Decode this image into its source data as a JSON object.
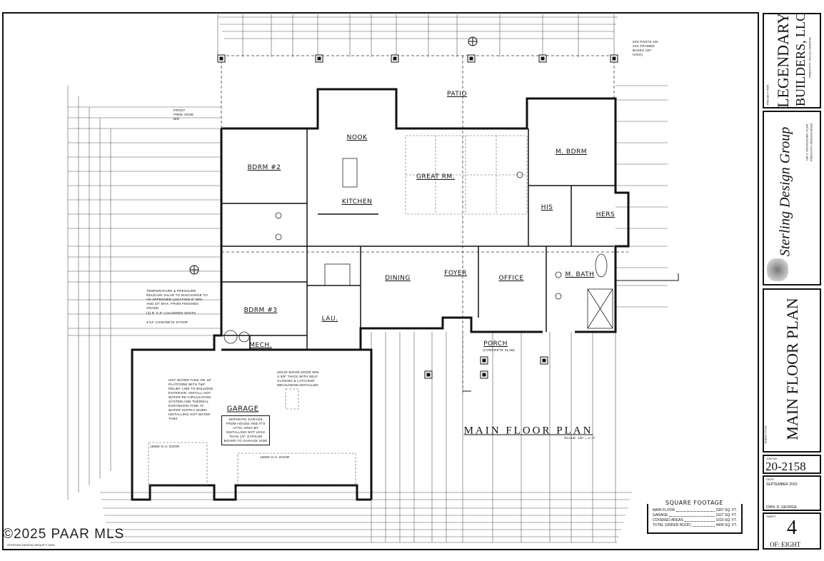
{
  "plan": {
    "title": "MAIN FLOOR PLAN",
    "scale": "SCALE: 1/8\" = 1'-0\"",
    "rooms": {
      "patio": "PATIO",
      "nook": "NOOK",
      "m_bdrm": "M. BDRM",
      "bdrm2": "BDRM #2",
      "great_rm": "GREAT RM.",
      "kitchen": "KITCHEN",
      "his": "HIS",
      "hers": "HERS",
      "dining": "DINING",
      "foyer": "FOYER",
      "office": "OFFICE",
      "m_bath": "M. BATH",
      "bdrm3": "BDRM #3",
      "lau": "LAU.",
      "mech": "MECH.",
      "garage": "GARAGE",
      "porch": "PORCH"
    },
    "notes": {
      "tp_valve": "Temperature & pressure release valve to discharge to an approved location 6\" min. and 24\" max. from finished grade",
      "louvered": "(2) 8\" x 8\" louvered vents",
      "stoop": "4'x4' concrete stoop",
      "hot_water": "Hot water tank on 18\" platform with T&P relief line to building exterior. Install hot water re-circulating system and thermal expansion tank at water supply when installing hot water tank",
      "solid_door": "Solid wood door min. 1-3/8\" thick with self closing & latching mechanism installed",
      "garage_sep": "Separate garage from house and it's attic area by installing not less than 1/2\" gypsum board to garage side",
      "garage_door_left": "16080 O.H. DOOR",
      "garage_door_right": "16080 O.H. DOOR",
      "porch_slab": "(CONCRETE SLAB)",
      "frost_free": "FROST FREE HOSE BIB",
      "posts": "6x6 POSTS ON 2x4 FRAMED BASES (30\" HIGH)"
    }
  },
  "square_footage": {
    "title": "SQUARE FOOTAGE",
    "rows": [
      {
        "label": "MAIN FLOOR",
        "value": "2367 SQ. FT."
      },
      {
        "label": "GARAGE",
        "value": "1027 SQ. FT."
      },
      {
        "label": "COVERED AREAS",
        "value": "1010 SQ. FT."
      },
      {
        "label": "TOTAL (UNDER ROOF)",
        "value": "4404 SQ. FT."
      }
    ]
  },
  "title_block": {
    "project_for_label": "PROJECT FOR:",
    "client_line1": "LEGENDARY",
    "client_line2": "BUILDERS, LLC",
    "client_location": "PRESCOTT VALLEY, ARIZONA",
    "designer": "Sterling Design Group",
    "designer_address1": "248 S. MONTEZUMA, #1343",
    "designer_address2": "PRESCOTT, ARIZONA 86303",
    "sheet_title_label": "SHEET TITLE:",
    "sheet_title": "MAIN FLOOR PLAN",
    "job_no_label": "JOB NO:",
    "job_no": "20-2158",
    "date_label": "DATE:",
    "date": "SEPTEMBER 2020",
    "drawn_by": "DWN. D. GEORGE",
    "sheet_label": "SHEET:",
    "sheet_no": "4",
    "sheet_of": "OF: EIGHT"
  },
  "watermark": "©2025 PAAR MLS",
  "copyright": "STERLING DESIGN GROUP © 2020"
}
